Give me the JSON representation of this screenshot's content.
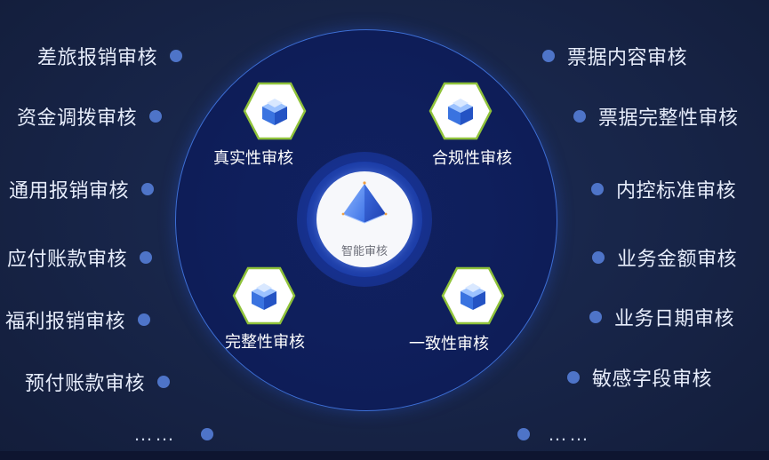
{
  "center": {
    "label": "智能审核"
  },
  "nodes": [
    {
      "label": "真实性审核"
    },
    {
      "label": "合规性审核"
    },
    {
      "label": "完整性审核"
    },
    {
      "label": "一致性审核"
    }
  ],
  "left_items": [
    "差旅报销审核",
    "资金调拨审核",
    "通用报销审核",
    "应付账款审核",
    "福利报销审核",
    "预付账款审核"
  ],
  "right_items": [
    "票据内容审核",
    "票据完整性审核",
    "内控标准审核",
    "业务金额审核",
    "业务日期审核",
    "敏感字段审核"
  ],
  "more": {
    "left": "……",
    "right": "……"
  },
  "colors": {
    "background": "#172447",
    "dot": "#4e74c8",
    "circle_border": "#3d6fd6",
    "hex_border": "#8fc23a",
    "cube": "#3a73e0"
  },
  "icons": {
    "center": "pyramid-icon",
    "node": "cube-stack-icon"
  }
}
